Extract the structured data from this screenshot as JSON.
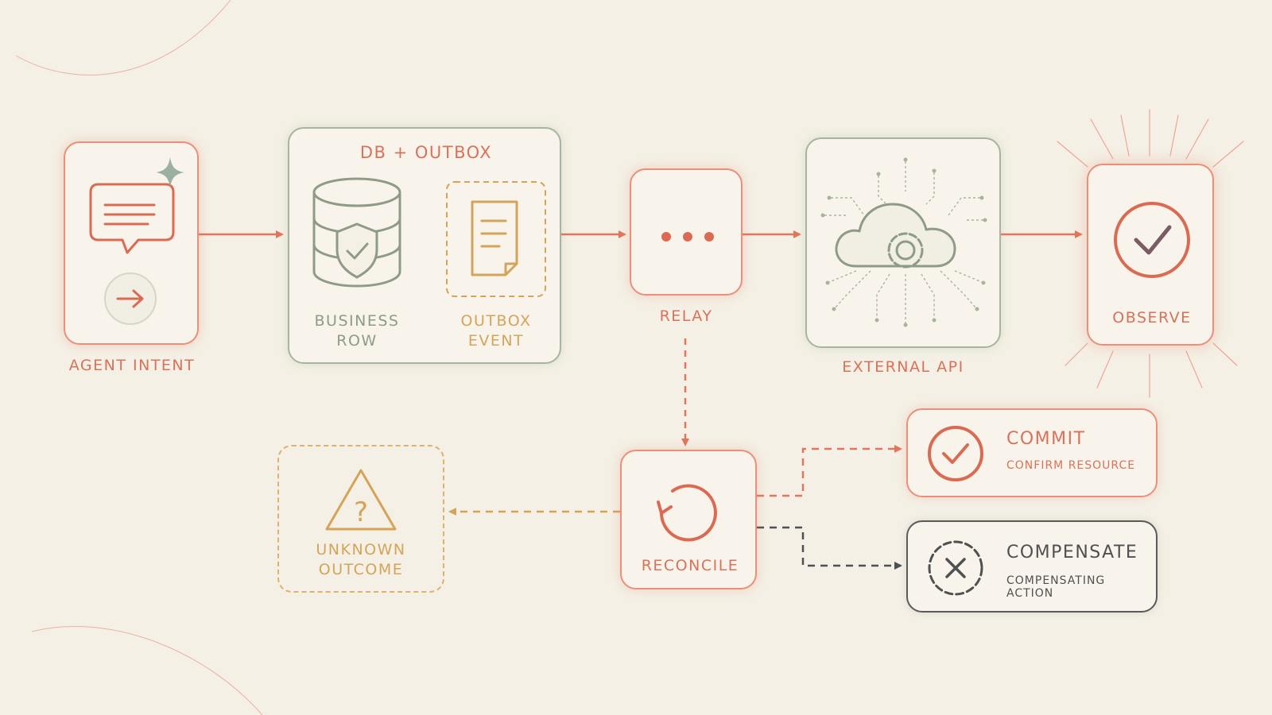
{
  "nodes": {
    "agent_intent": "AGENT INTENT",
    "db_outbox": "DB  +  OUTBOX",
    "business_row": "BUSINESS\nROW",
    "outbox_event": "OUTBOX\nEVENT",
    "relay": "RELAY",
    "external_api": "EXTERNAL API",
    "observe": "OBSERVE",
    "reconcile": "RECONCILE",
    "unknown_outcome": "UNKNOWN\nOUTCOME",
    "commit": "COMMIT",
    "commit_sub": "CONFIRM RESOURCE",
    "compensate": "COMPENSATE",
    "compensate_sub": "COMPENSATING ACTION"
  },
  "colors": {
    "background": "#f4f0e5",
    "accent_red": "#e0765d",
    "sage": "#8e9c87",
    "gold": "#d4a459",
    "ink": "#4f5052"
  },
  "icons": [
    "chat-bubble-icon",
    "arrow-right-icon",
    "sparkle-icon",
    "database-shield-icon",
    "document-icon",
    "ellipsis-icon",
    "cloud-gear-icon",
    "check-circle-icon",
    "refresh-icon",
    "warning-question-icon",
    "x-circle-icon"
  ]
}
